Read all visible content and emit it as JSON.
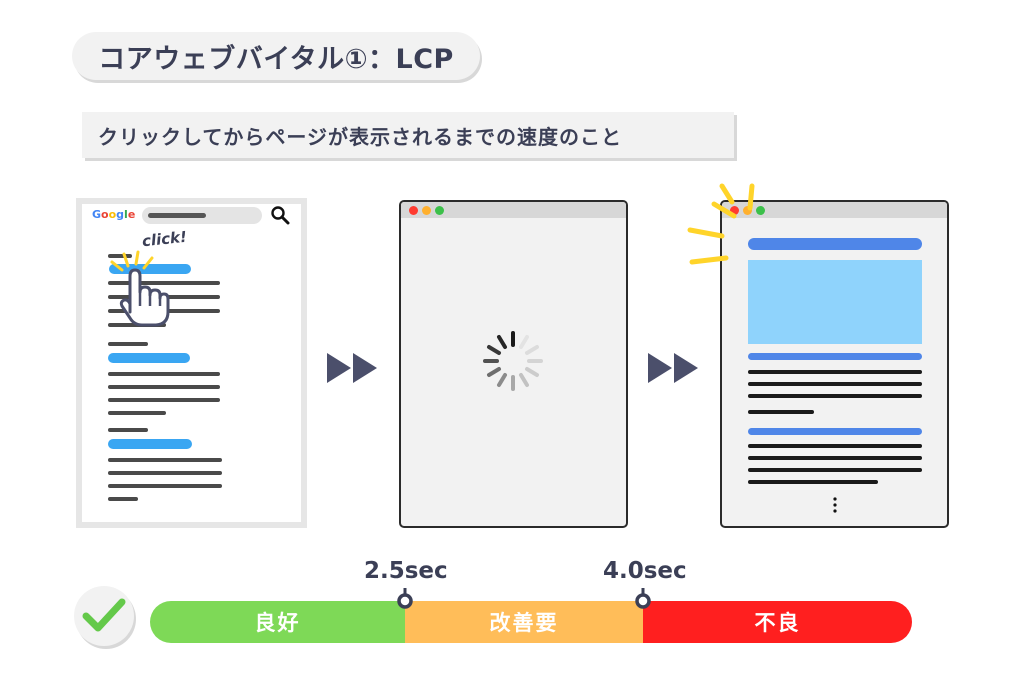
{
  "header": {
    "title": "コアウェブバイタル①：LCP",
    "subtitle": "クリックしてからページが表示されるまでの速度のこと"
  },
  "step1": {
    "logo_letters": [
      "G",
      "o",
      "o",
      "g",
      "l",
      "e"
    ],
    "logo_colors": [
      "#4285f4",
      "#ea4335",
      "#fbbc05",
      "#4285f4",
      "#34a853",
      "#ea4335"
    ],
    "click_text": "click!"
  },
  "icons": {
    "search": "search-icon",
    "hand": "pointing-hand-icon",
    "spinner": "loading-spinner-icon",
    "arrows": "fast-forward-icon",
    "check": "check-icon",
    "more": "vertical-ellipsis-icon"
  },
  "timeline": {
    "marks": [
      {
        "label": "2.5sec"
      },
      {
        "label": "4.0sec"
      }
    ],
    "segments": [
      {
        "label": "良好",
        "color": "#7ed957"
      },
      {
        "label": "改善要",
        "color": "#ffbd59"
      },
      {
        "label": "不良",
        "color": "#ff1f1f"
      }
    ]
  },
  "colors": {
    "accent_dark": "#3b3f56",
    "link_blue": "#3aa6f2",
    "loaded_blue": "#4f86e8",
    "image_blue": "#8fd3fc",
    "highlight_yellow": "#ffd42a",
    "check_green": "#64c94a"
  }
}
